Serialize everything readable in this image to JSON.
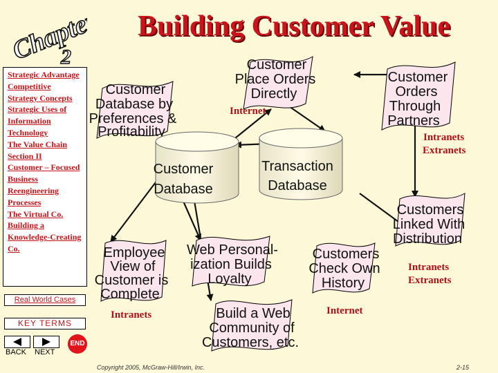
{
  "logo": {
    "text": "Chapter",
    "number": "2"
  },
  "title": "Building Customer Value",
  "sidebar": {
    "items": [
      {
        "label": "Strategic Advantage"
      },
      {
        "label": "Competitive Strategy Concepts"
      },
      {
        "label": "Strategic Uses of Information Technology"
      },
      {
        "label": "The Value Chain"
      },
      {
        "label": "Section II"
      },
      {
        "label": "Customer – Focused Business"
      },
      {
        "label": "Reengineering Processes"
      },
      {
        "label": "The Virtual Co."
      },
      {
        "label": "Building a Knowledge-Creating Co."
      }
    ],
    "real_world_cases": "Real World Cases",
    "key_terms": "KEY TERMS"
  },
  "nav": {
    "back": "BACK",
    "next": "NEXT",
    "end": "END"
  },
  "diagram": {
    "banners": {
      "place_orders": [
        "Customer",
        "Place Orders",
        "Directly"
      ],
      "orders_through": [
        "Customer",
        "Orders",
        "Through",
        "Partners"
      ],
      "database_by": [
        "Customer",
        "Database by",
        "Preferences &",
        "Profitability"
      ],
      "linked": [
        "Customers",
        "Linked With",
        "Distribution"
      ],
      "employee_view": [
        "Employee",
        "View of",
        "Customer is",
        "Complete"
      ],
      "web_personal": [
        "Web Personal-",
        "ization Builds",
        "Loyalty"
      ],
      "check_own": [
        "Customers",
        "Check Own",
        "History"
      ],
      "web_community": [
        "Build a Web",
        "Community of",
        "Customers, etc."
      ]
    },
    "cylinders": {
      "customer_db": [
        "Customer",
        "Database"
      ],
      "transaction_db": [
        "Transaction",
        "Database"
      ]
    },
    "labels": {
      "internet_top": "Internet",
      "intranets_top": "Intranets",
      "extranets_top": "Extranets",
      "intranets_left": "Intranets",
      "internet_bottom": "Internet",
      "intranets_right": "Intranets",
      "extranets_right": "Extranets"
    }
  },
  "footer": {
    "copyright": "Copyright 2005, McGraw-Hill/Irwin, Inc.",
    "page": "2-15"
  },
  "colors": {
    "title": "#c8141a",
    "banner_fill": "#fbe6ee",
    "cylinder_fill": "#fffbe0",
    "accent": "#b01018"
  }
}
